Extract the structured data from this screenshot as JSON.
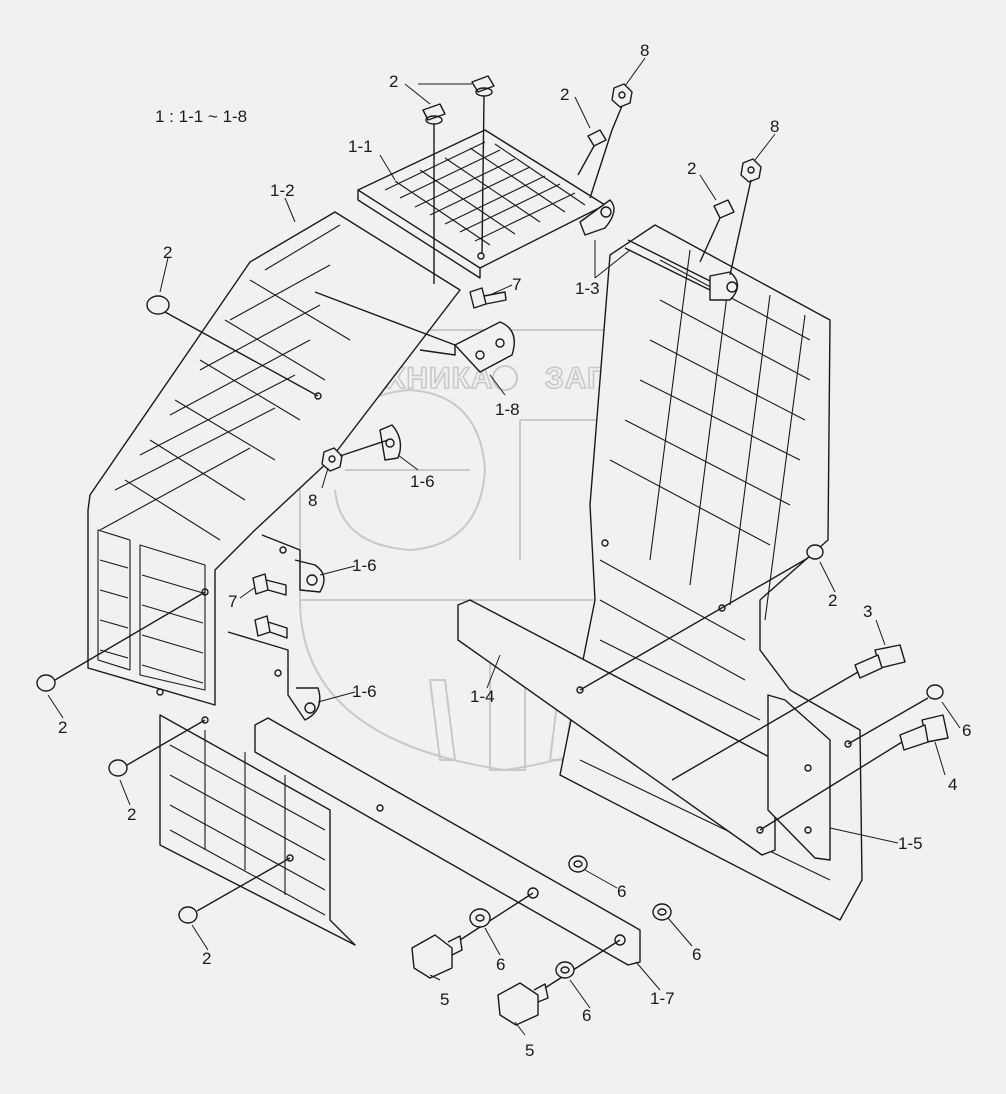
{
  "diagram": {
    "scale_note": "1 : 1-1 ~ 1-8",
    "part_labels": [
      "1-1",
      "1-2",
      "1-3",
      "1-4",
      "1-5",
      "1-6",
      "1-6",
      "1-6",
      "1-7",
      "1-8",
      "2",
      "2",
      "2",
      "2",
      "2",
      "2",
      "2",
      "2",
      "3",
      "4",
      "5",
      "5",
      "6",
      "6",
      "6",
      "6",
      "6",
      "7",
      "7",
      "8",
      "8",
      "8"
    ],
    "watermark": {
      "left": "ТЕХНИКА",
      "right": "ЗАПЧАСТИ",
      "logo": "ЭПФ"
    }
  },
  "colors": {
    "background": "#f1f1ef",
    "line": "#1a1a1a",
    "watermark": "#c9c9c9"
  }
}
